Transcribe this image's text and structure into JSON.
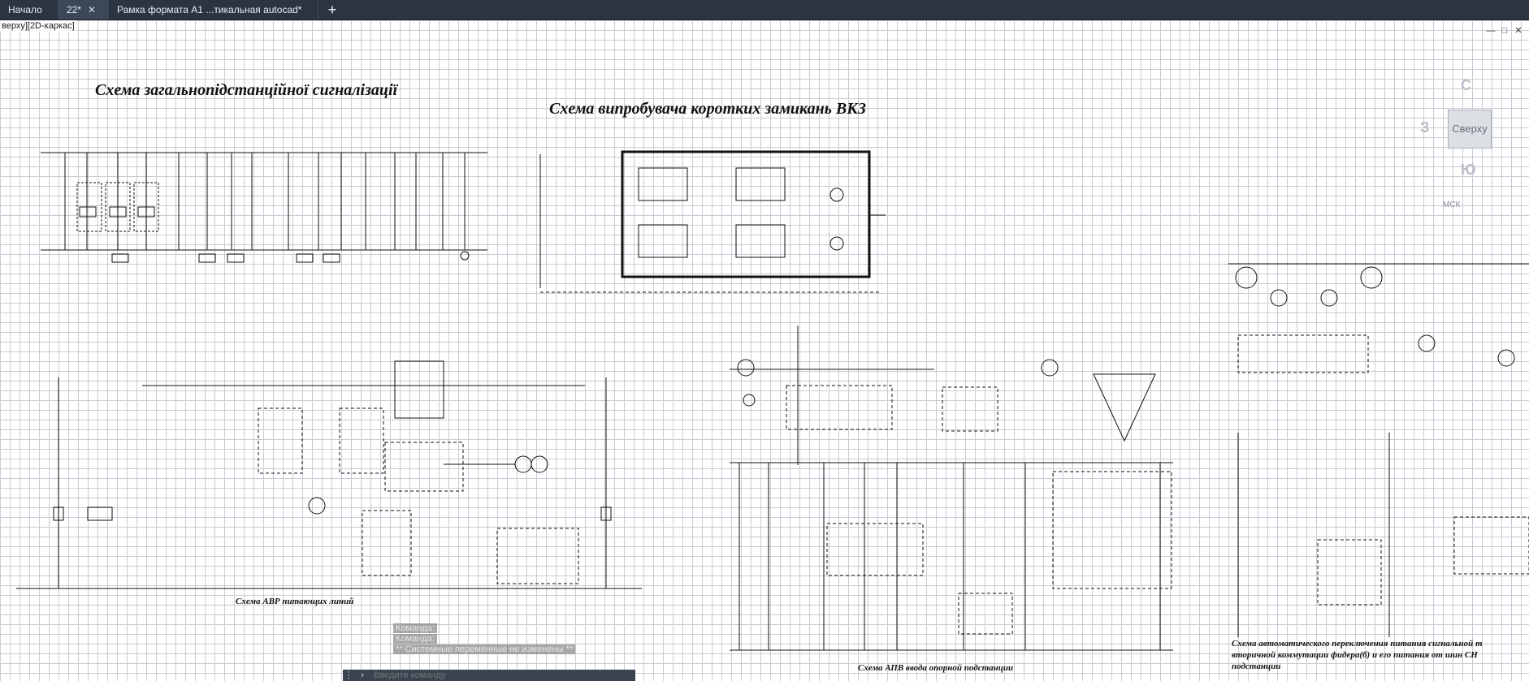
{
  "tabs": [
    {
      "label": "Начало",
      "active": false
    },
    {
      "label": "22*",
      "active": true,
      "close": "✕"
    },
    {
      "label": "Рамка формата А1 ...тикальная autocad*",
      "active": false
    }
  ],
  "new_tab": "+",
  "viewport_label": "верху][2D-каркас]",
  "window_controls": [
    "—",
    "□",
    "✕"
  ],
  "titles": {
    "signal": "Схема загальнопідстанційної сигналізації",
    "vkz": "Схема випробувача коротких замикань ВКЗ",
    "avr": "Схема АВР питающих линий",
    "apv": "Схема АПВ ввода опорной подстанции",
    "switch_line1": "Схема автоматического переключения питания сигнальной т",
    "switch_line2": "вторичной коммутации фидера(б) и его питания от шин СН",
    "switch_line3": "подстанции"
  },
  "viewcube": {
    "north": "С",
    "west": "З",
    "south": "Ю",
    "face": "Сверху",
    "ucs": "МСК"
  },
  "command": {
    "history": [
      "Команда:",
      "Команда:",
      "** Системные переменные не изменены **"
    ],
    "placeholder": "Введите команду"
  },
  "colors": {
    "tabbar": "#2b3441",
    "grid": "#c9cbd6",
    "ink": "#111111"
  }
}
